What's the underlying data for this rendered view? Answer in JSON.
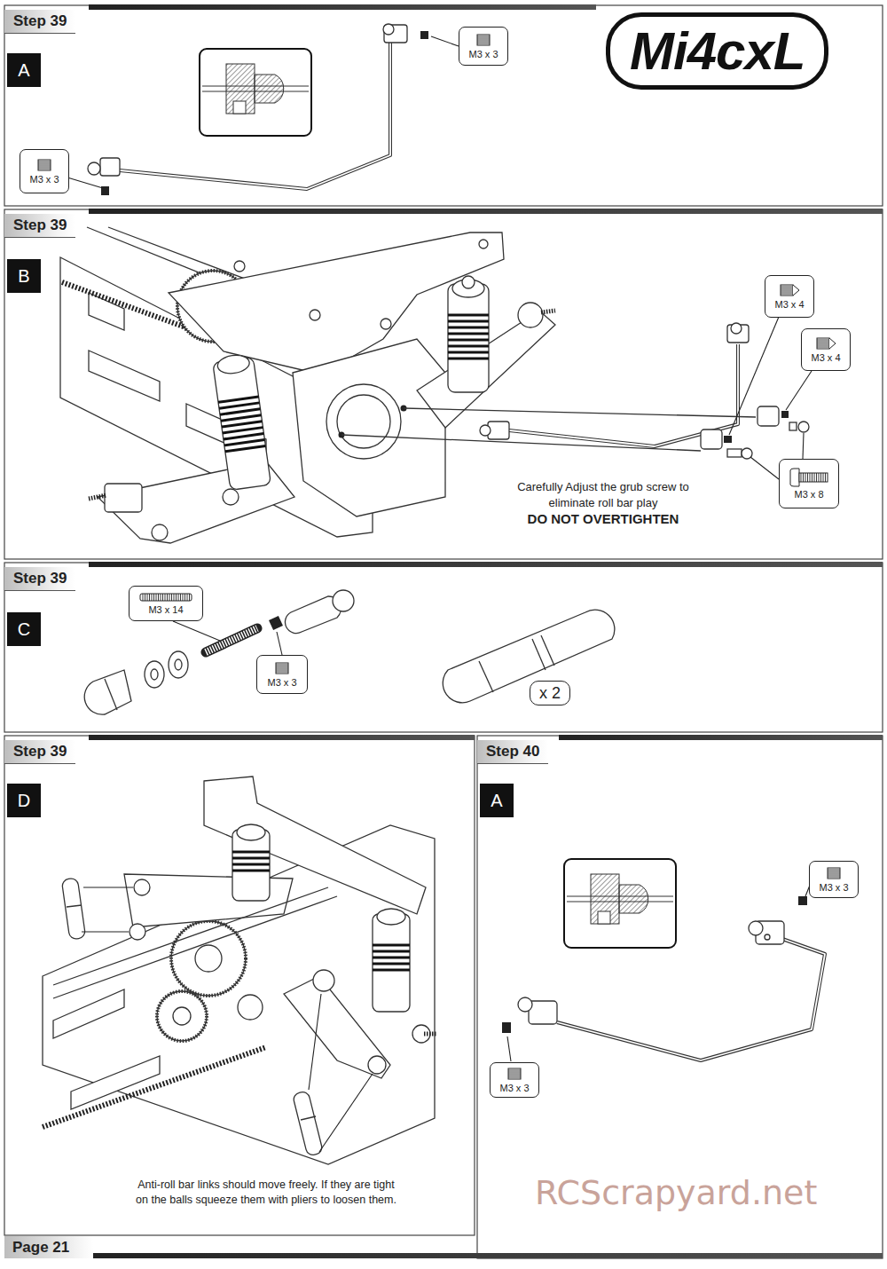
{
  "diagram": {
    "nodes": [
      {
        "text": [
          "Step 39"
        ]
      },
      {
        "text": [
          "A"
        ]
      },
      {
        "text": [
          "M3 x 3"
        ]
      },
      {
        "text": [
          "M3 x 3"
        ]
      },
      {
        "text": [
          "Step 39"
        ]
      },
      {
        "text": [
          "B"
        ]
      },
      {
        "text": [
          "M3 x 4"
        ]
      },
      {
        "text": [
          "M3 x 4"
        ]
      },
      {
        "text": [
          "M3 x 8"
        ]
      },
      {
        "text": [
          "Step 39"
        ]
      },
      {
        "text": [
          "C"
        ]
      },
      {
        "text": [
          "M3 x 14"
        ]
      },
      {
        "text": [
          "M3 x 3"
        ]
      },
      {
        "text": [
          "x 2"
        ]
      },
      {
        "text": [
          "Step 39"
        ]
      },
      {
        "text": [
          "D"
        ]
      },
      {
        "text": [
          "Step 40"
        ]
      },
      {
        "text": [
          "A"
        ]
      },
      {
        "text": [
          "M3 x 3"
        ]
      },
      {
        "text": [
          "M3 x 3"
        ]
      }
    ],
    "labels": [
      "Mi4cxL",
      "Carefully Adjust the grub screw to eliminate roll bar play",
      "DO NOT OVERTIGHTEN",
      "Anti-roll bar links should move freely. If they are tight on the balls squeeze them with pliers to loosen them.",
      "Page 21",
      "RCScrapyard.net"
    ]
  }
}
